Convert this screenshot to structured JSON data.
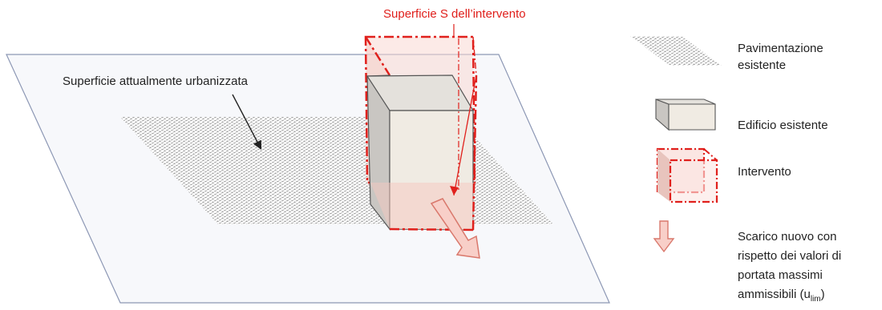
{
  "labels": {
    "intervention_area": "Superficie S dell’intervento",
    "urbanized_area": "Superficie attualmente urbanizzata"
  },
  "legend": [
    {
      "id": "existing-paving",
      "icon": "hatched-paving-icon",
      "lines": [
        "Pavimentazione",
        "esistente"
      ]
    },
    {
      "id": "existing-building",
      "icon": "grey-box-icon",
      "lines": [
        "Edificio esistente"
      ]
    },
    {
      "id": "intervention",
      "icon": "red-dashed-box-icon",
      "lines": [
        "Intervento"
      ]
    },
    {
      "id": "new-discharge",
      "icon": "pink-down-arrow-icon",
      "lines": [
        "Scarico nuovo con",
        "rispetto dei valori di",
        "portata massimi",
        "ammissibili (u"
      ],
      "sub": "lim",
      "suffix": ")"
    }
  ],
  "colors": {
    "intervention_red": "#e0201c",
    "plane_fill": "#f7f8fb",
    "plane_stroke": "#8c97b4",
    "building_front": "#f0ebe3",
    "building_side": "#c9c6c2",
    "building_edge": "#555555",
    "ghost_fill": "#f9d9d4",
    "arrow_fill": "#f8cfc8",
    "arrow_stroke": "#d9786c"
  }
}
